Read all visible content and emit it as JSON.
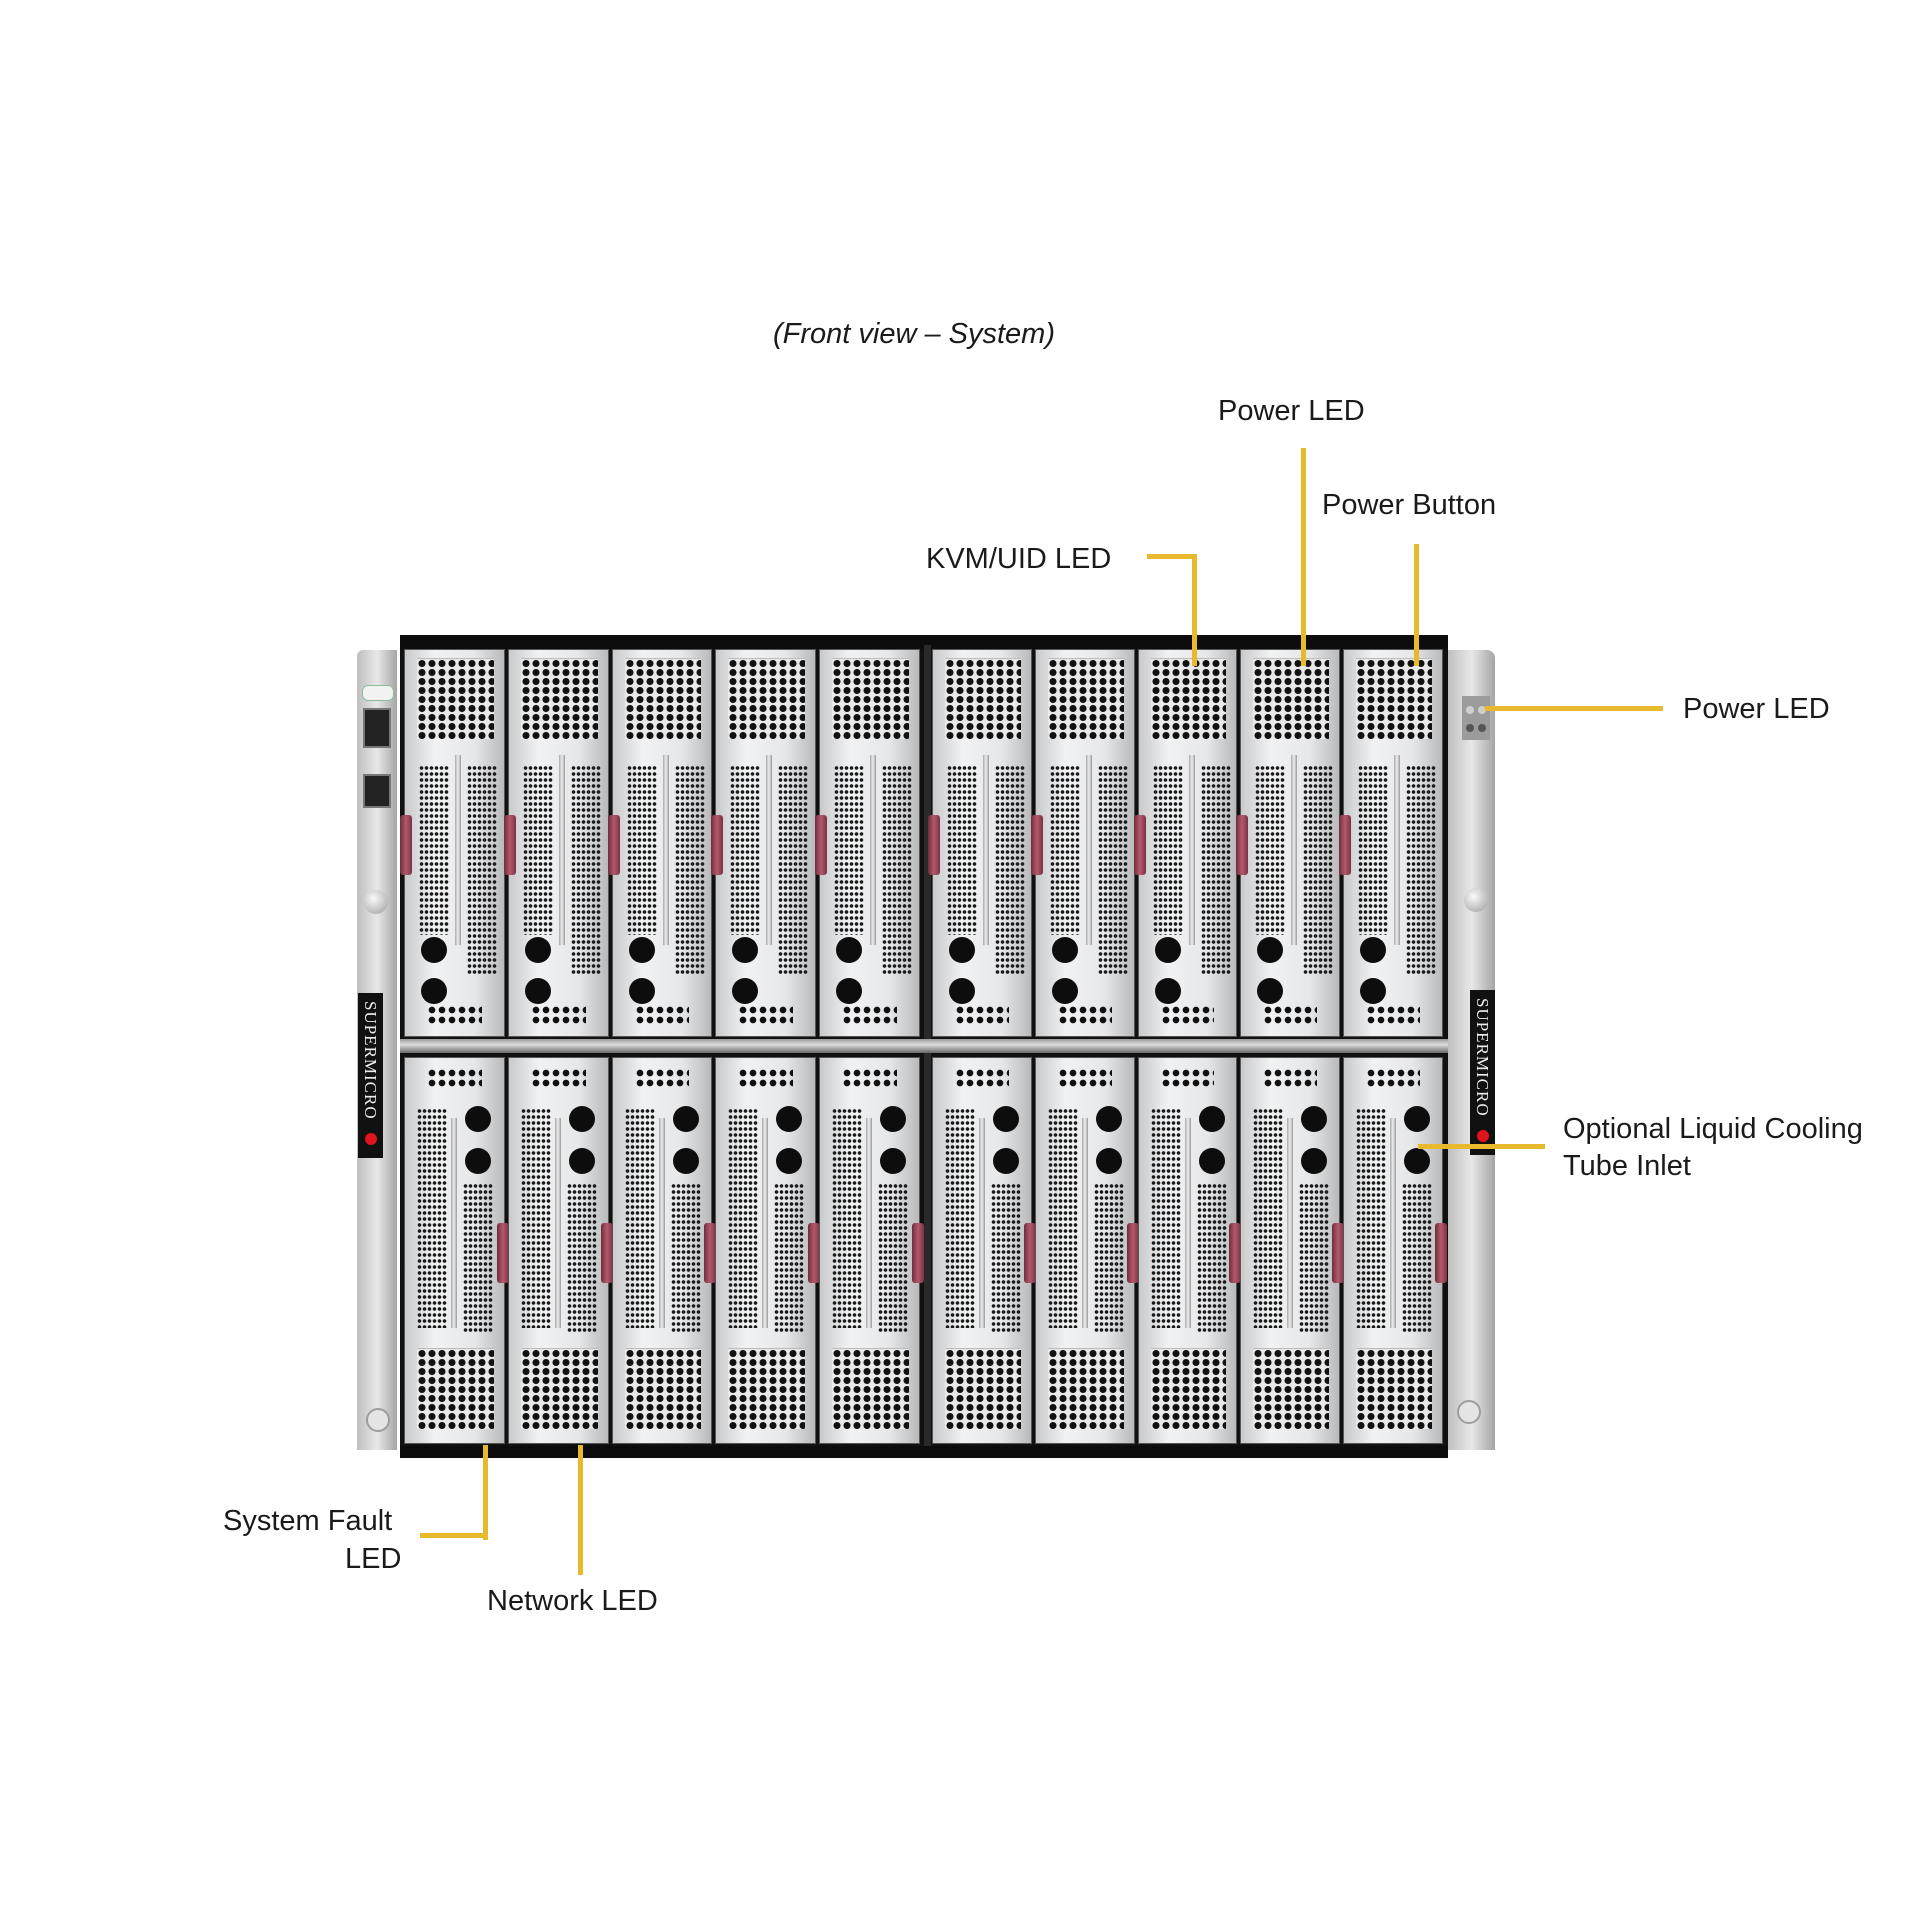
{
  "caption": "(Front view – System)",
  "brand": "SUPERMICRO",
  "accent_color": "#e8b92c",
  "callouts": {
    "power_led_top": "Power LED",
    "power_button": "Power Button",
    "kvm_uid_led": "KVM/UID LED",
    "power_led_side": "Power LED",
    "liquid_cooling_line1": "Optional Liquid Cooling",
    "liquid_cooling_line2": "Tube Inlet",
    "system_fault_line1": "System Fault",
    "system_fault_line2": "LED",
    "network_led": "Network LED"
  },
  "chassis": {
    "blade_columns": 10,
    "rows": 2,
    "halves": 2,
    "blades_per_half": 5
  }
}
